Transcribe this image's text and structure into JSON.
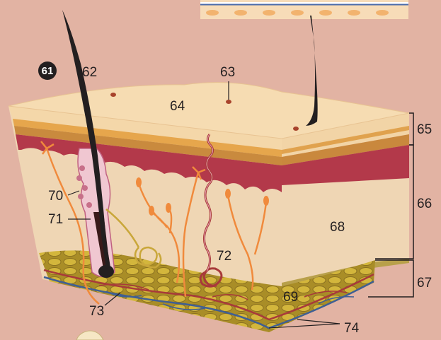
{
  "figure": {
    "badge": "61",
    "labels": {
      "l62": "62",
      "l63": "63",
      "l64": "64",
      "l65": "65",
      "l66": "66",
      "l67": "67",
      "l68": "68",
      "l69": "69",
      "l70": "70",
      "l71": "71",
      "l72": "72",
      "l73": "73",
      "l74": "74"
    }
  },
  "colors": {
    "background": "#e2b3a3",
    "epidermis_top": "#f5d9ae",
    "epidermis_band": "#e8a74f",
    "dermis_red": "#b3394a",
    "dermis": "#efd6b4",
    "fat": "#b59a2f",
    "fat_cell": "#d8bd3d",
    "hair": "#231f20",
    "nerve": "#f08a3c",
    "vessel_blue": "#3f5f94",
    "vessel_red": "#a83a3a",
    "gland": "#d99ab4"
  }
}
